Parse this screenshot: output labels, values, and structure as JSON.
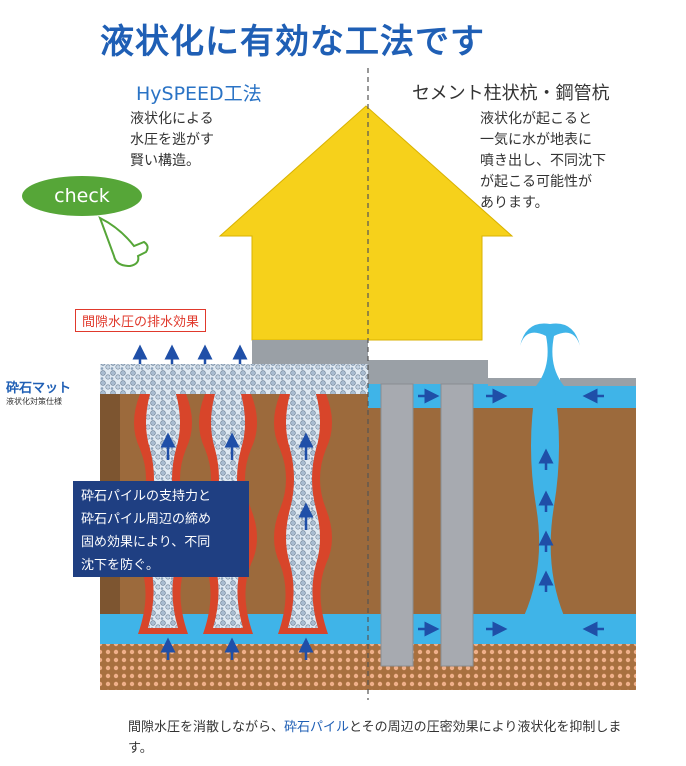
{
  "title": "液状化に有効な工法です",
  "left": {
    "heading": "HySPEED工法",
    "description": "液状化による\n水圧を逃がす\n賢い構造。",
    "check_label": "check",
    "drain_effect_label": "間隙水圧の排水効果",
    "mat_label": "砕石マット",
    "mat_sublabel": "液状化対策仕様",
    "support_text": "砕石パイルの支持力と\n砕石パイル周辺の締め\n固め効果により、不同\n沈下を防ぐ。"
  },
  "right": {
    "heading": "セメント柱状杭・鋼管杭",
    "description": "液状化が起こると\n一気に水が地表に\n噴き出し、不同沈下\nが起こる可能性が\nあります。"
  },
  "footer": {
    "part1": "間隙水圧を消散しながら、",
    "highlight": "砕石パイル",
    "part2": "とその周辺の圧密効果により液状化を抑制します。"
  },
  "colors": {
    "title_blue": "#1f5fb5",
    "house_yellow": "#f6d11b",
    "soil_brown": "#9c6a3c",
    "water_blue": "#3fb4e8",
    "pile_red": "#d8452a",
    "check_green": "#56a638",
    "box_navy": "#1f3f82"
  },
  "icons": [
    "check-badge-icon",
    "pointing-hand-icon",
    "up-arrow-icon",
    "right-arrow-icon",
    "left-arrow-icon",
    "water-fountain-icon"
  ]
}
